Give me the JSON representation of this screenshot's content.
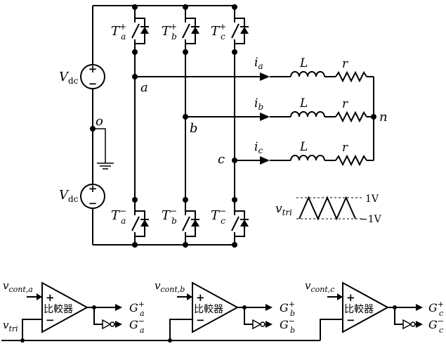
{
  "source": {
    "top": {
      "main": "V",
      "sub": "dc",
      "plus": "+",
      "minus": "−"
    },
    "bottom": {
      "main": "V",
      "sub": "dc",
      "plus": "+",
      "minus": "−"
    },
    "midpoint": "o"
  },
  "switches": [
    {
      "letter": "T",
      "sub": "a",
      "sup": "+"
    },
    {
      "letter": "T",
      "sub": "b",
      "sup": "+"
    },
    {
      "letter": "T",
      "sub": "c",
      "sup": "+"
    },
    {
      "letter": "T",
      "sub": "a",
      "sup": "−"
    },
    {
      "letter": "T",
      "sub": "b",
      "sup": "−"
    },
    {
      "letter": "T",
      "sub": "c",
      "sup": "−"
    }
  ],
  "nodes": {
    "a": "a",
    "b": "b",
    "c": "c",
    "n": "n"
  },
  "phases": [
    {
      "current": "i",
      "sub": "a",
      "inductor": "L",
      "resistor": "r"
    },
    {
      "current": "i",
      "sub": "b",
      "inductor": "L",
      "resistor": "r"
    },
    {
      "current": "i",
      "sub": "c",
      "inductor": "L",
      "resistor": "r"
    }
  ],
  "carrier": {
    "label": "v",
    "sub": "tri",
    "max": "1V",
    "min": "−1V",
    "peaks": 3
  },
  "comparators": [
    {
      "input": "v",
      "input_sub": "cont,a",
      "body": "比較器",
      "plus": "+",
      "minus": "−",
      "out": "G",
      "out_sub": "a",
      "out_sup": "+",
      "inv_out_sup": "−"
    },
    {
      "input": "v",
      "input_sub": "cont,b",
      "body": "比較器",
      "plus": "+",
      "minus": "−",
      "out": "G",
      "out_sub": "b",
      "out_sup": "+",
      "inv_out_sup": "−"
    },
    {
      "input": "v",
      "input_sub": "cont,c",
      "body": "比較器",
      "plus": "+",
      "minus": "−",
      "out": "G",
      "out_sub": "c",
      "out_sup": "+",
      "inv_out_sup": "−"
    }
  ],
  "tri_input": {
    "label": "v",
    "sub": "tri"
  }
}
